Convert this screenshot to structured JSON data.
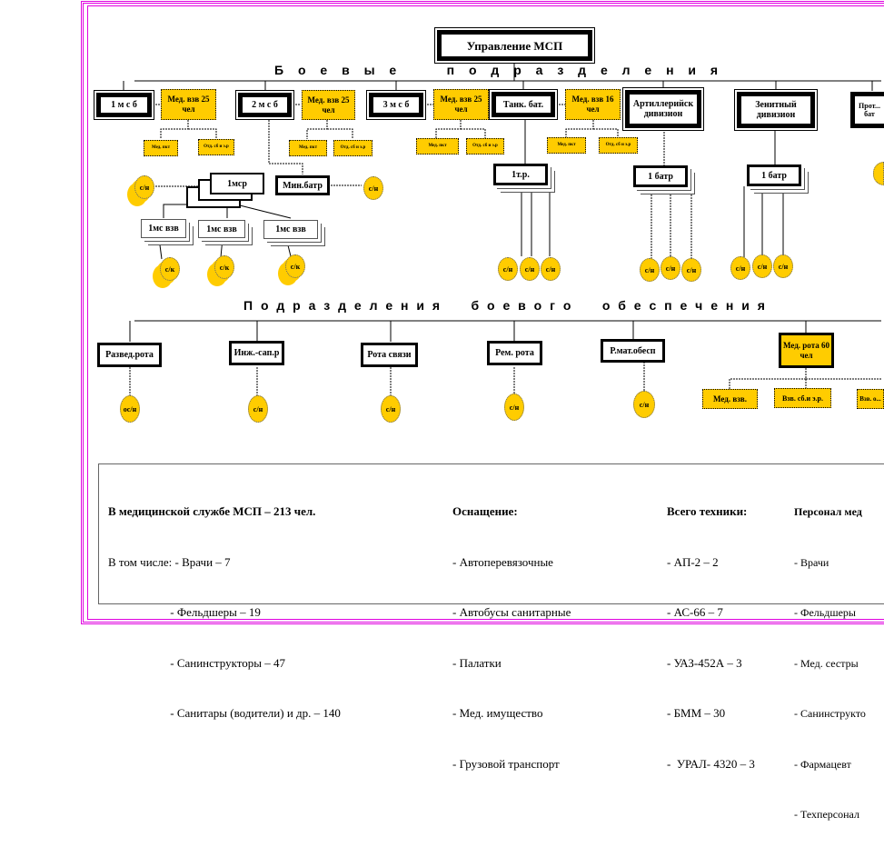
{
  "title": "Управление МСП",
  "combat_heading": "Б о е в ы е     п о д р а з д е л е н и я",
  "support_heading": "П о д р а з д е л е н и я     б о е в о г о     о б е с п е ч е н и я",
  "combat_units": {
    "msb1": "1 м с б",
    "msb2": "2 м с б",
    "msb3": "3 м с б",
    "tank": "Танк. бат.",
    "art": "Артиллерийск дивизион",
    "zen": "Зенитный дивизион",
    "ptb": "Прот... бат"
  },
  "med_platoons": {
    "mv25": "Мед. взв 25 чел",
    "mv16": "Мед. взв 16 чел"
  },
  "small": {
    "medp": "Мед. пкт",
    "otd": "Отд. сб и э.р"
  },
  "sub": {
    "msr": "1мср",
    "minb": "Мин.батр",
    "msv": "1мс взв",
    "tr": "1т.р.",
    "batr": "1 батр"
  },
  "circles": {
    "cn": "с/н",
    "ck": "с/к",
    "ocn": "ос/н"
  },
  "support_units": [
    "Развед.рота",
    "Инж.-сап.р",
    "Рота связи",
    "Рем. рота",
    "Р.мат.обесп"
  ],
  "med_company": "Мед. рота 60 чел",
  "med_company_sub": [
    "Мед. взв.",
    "Взв. сб.и э.р.",
    "Взв. о..."
  ],
  "info": {
    "c1": {
      "title": "В медицинской службе МСП – 213 чел.",
      "lines": [
        "В том числе: - Врачи – 7",
        "                     - Фельдшеры – 19",
        "                     - Санинструкторы – 47",
        "                     - Санитары (водители) и др. – 140"
      ]
    },
    "c2": {
      "title": "Оснащение:",
      "lines": [
        "- Автоперевязочные",
        "- Автобусы санитарные",
        "- Палатки",
        "- Мед. имущество",
        "- Грузовой транспорт"
      ]
    },
    "c3": {
      "title": "Всего техники:",
      "lines": [
        "- АП-2 – 2",
        "- АС-66 – 7",
        "- УАЗ-452А – 3",
        "- БММ – 30",
        "-  УРАЛ- 4320 – 3"
      ]
    },
    "c4": {
      "title": "Персонал мед",
      "lines": [
        "- Врачи",
        "- Фельдшеры",
        "- Мед. сестры",
        "- Санинструкто",
        "- Фармацевт",
        "- Техперсонал"
      ]
    }
  }
}
